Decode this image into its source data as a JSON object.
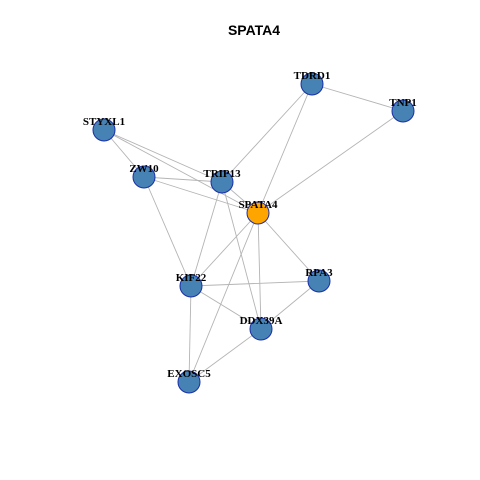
{
  "title": "SPATA4",
  "colors": {
    "node_fill": "#4682b4",
    "center_fill": "#ffa500",
    "node_stroke": "#1a2fa8",
    "edge": "#b4b4b4"
  },
  "nodes": [
    {
      "id": "SPATA4",
      "label": "SPATA4",
      "center": true
    },
    {
      "id": "TDRD1",
      "label": "TDRD1"
    },
    {
      "id": "TNP1",
      "label": "TNP1"
    },
    {
      "id": "STYXL1",
      "label": "STYXL1"
    },
    {
      "id": "ZW10",
      "label": "ZW10"
    },
    {
      "id": "TRIP13",
      "label": "TRIP13"
    },
    {
      "id": "KIF22",
      "label": "KIF22"
    },
    {
      "id": "RPA3",
      "label": "RPA3"
    },
    {
      "id": "DDX39A",
      "label": "DDX39A"
    },
    {
      "id": "EXOSC5",
      "label": "EXOSC5"
    }
  ],
  "edges": [
    [
      "TDRD1",
      "TNP1"
    ],
    [
      "TDRD1",
      "TRIP13"
    ],
    [
      "TDRD1",
      "SPATA4"
    ],
    [
      "TNP1",
      "SPATA4"
    ],
    [
      "STYXL1",
      "ZW10"
    ],
    [
      "STYXL1",
      "TRIP13"
    ],
    [
      "STYXL1",
      "SPATA4"
    ],
    [
      "ZW10",
      "TRIP13"
    ],
    [
      "ZW10",
      "SPATA4"
    ],
    [
      "ZW10",
      "KIF22"
    ],
    [
      "TRIP13",
      "SPATA4"
    ],
    [
      "TRIP13",
      "KIF22"
    ],
    [
      "TRIP13",
      "DDX39A"
    ],
    [
      "SPATA4",
      "KIF22"
    ],
    [
      "SPATA4",
      "RPA3"
    ],
    [
      "SPATA4",
      "DDX39A"
    ],
    [
      "SPATA4",
      "EXOSC5"
    ],
    [
      "KIF22",
      "RPA3"
    ],
    [
      "KIF22",
      "DDX39A"
    ],
    [
      "KIF22",
      "EXOSC5"
    ],
    [
      "RPA3",
      "DDX39A"
    ],
    [
      "DDX39A",
      "EXOSC5"
    ]
  ]
}
